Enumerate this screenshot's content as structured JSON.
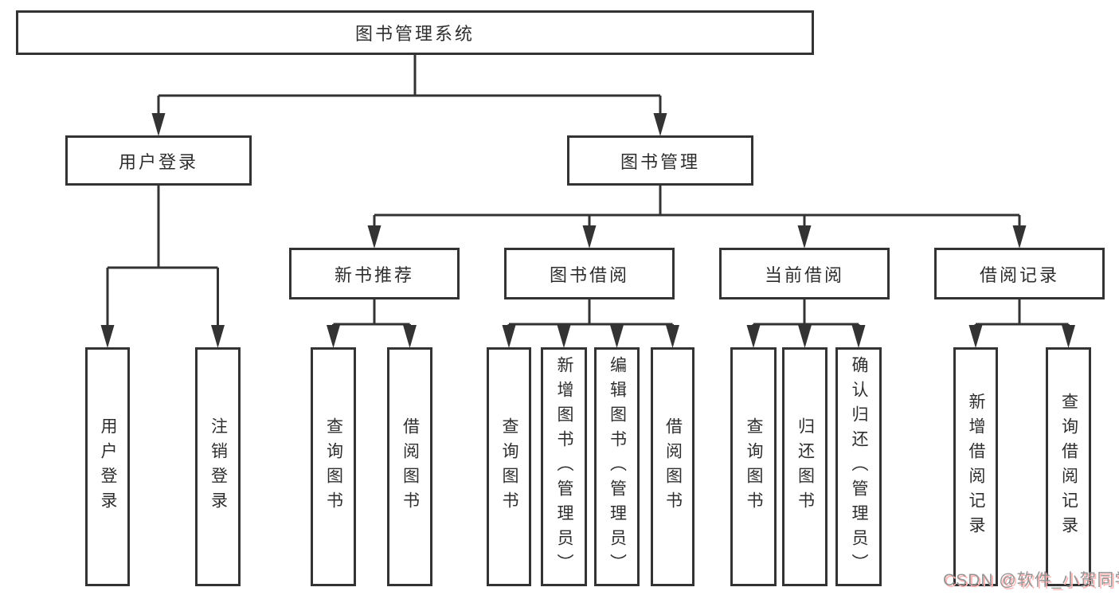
{
  "diagram": {
    "title": "图书管理系统",
    "nodes": [
      {
        "id": "root",
        "label": "图书管理系统",
        "parent": null
      },
      {
        "id": "user-login",
        "label": "用户登录",
        "parent": "root"
      },
      {
        "id": "book-mgmt",
        "label": "图书管理",
        "parent": "root"
      },
      {
        "id": "login",
        "label": "用户登录",
        "parent": "user-login"
      },
      {
        "id": "logout",
        "label": "注销登录",
        "parent": "user-login"
      },
      {
        "id": "new-book-rec",
        "label": "新书推荐",
        "parent": "book-mgmt"
      },
      {
        "id": "book-borrow",
        "label": "图书借阅",
        "parent": "book-mgmt"
      },
      {
        "id": "current-borrow",
        "label": "当前借阅",
        "parent": "book-mgmt"
      },
      {
        "id": "borrow-records",
        "label": "借阅记录",
        "parent": "book-mgmt"
      },
      {
        "id": "nbr-query",
        "label": "查询图书",
        "parent": "new-book-rec"
      },
      {
        "id": "nbr-borrow",
        "label": "借阅图书",
        "parent": "new-book-rec"
      },
      {
        "id": "bb-query",
        "label": "查询图书",
        "parent": "book-borrow"
      },
      {
        "id": "bb-add",
        "label": "新增图书（管理员）",
        "parent": "book-borrow"
      },
      {
        "id": "bb-edit",
        "label": "编辑图书（管理员）",
        "parent": "book-borrow"
      },
      {
        "id": "bb-borrow",
        "label": "借阅图书",
        "parent": "book-borrow"
      },
      {
        "id": "cb-query",
        "label": "查询图书",
        "parent": "current-borrow"
      },
      {
        "id": "cb-return",
        "label": "归还图书",
        "parent": "current-borrow"
      },
      {
        "id": "cb-confirm",
        "label": "确认归还（管理员）",
        "parent": "current-borrow"
      },
      {
        "id": "br-add",
        "label": "新增借阅记录",
        "parent": "borrow-records"
      },
      {
        "id": "br-query",
        "label": "查询借阅记录",
        "parent": "borrow-records"
      }
    ]
  },
  "watermark": {
    "text": "CSDN @软件_小贺同学"
  },
  "colors": {
    "line": "#333333",
    "box_border": "#333333",
    "text": "#2e2e2e",
    "watermark_gray": "#969696",
    "watermark_pink": "#ffb3b3"
  }
}
